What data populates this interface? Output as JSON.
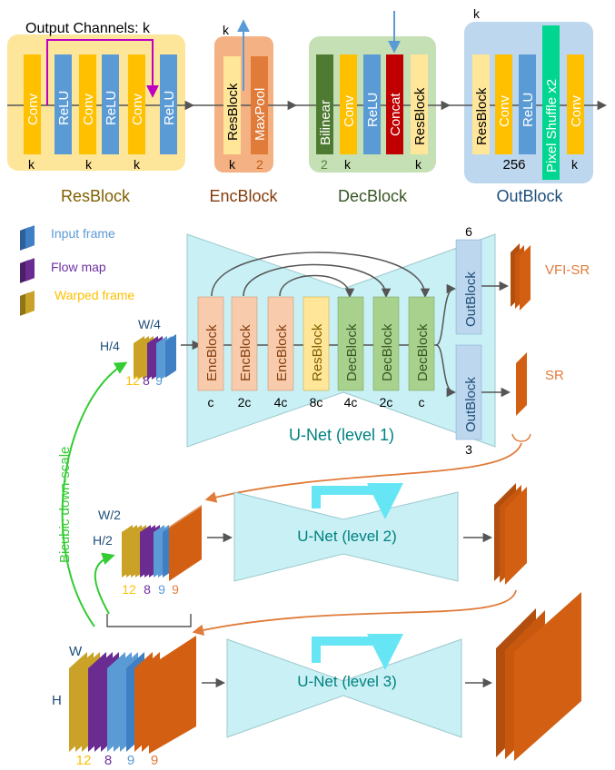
{
  "colors": {
    "conv": "#ffc000",
    "relu": "#5b9bd5",
    "resblock": "#ffe699",
    "maxpool": "#e07b39",
    "encblock": "#f8cbad",
    "decblock": "#a9d18e",
    "bilinear": "#4f7a32",
    "concat": "#c00000",
    "pixelshuffle": "#00d68f",
    "outblock_bg": "#bdd7ee",
    "resblock_bg": "#fde59a",
    "encblock_bg": "#f4b183",
    "decblock_bg": "#c5e0b4",
    "unet": "#c9f1f5",
    "input_frame": "#3f7fc4",
    "flow_map": "#6a2c91",
    "warped_frame": "#c9a227",
    "output_orange": "#d35f12",
    "green_arrow": "#33cc33",
    "orange_arrow": "#e07b39"
  },
  "top": {
    "resblock": {
      "channels_label": "Output Channels: k",
      "layers": [
        "Conv",
        "ReLU",
        "Conv",
        "ReLU",
        "Conv",
        "ReLU"
      ],
      "bottom_labels": [
        "k",
        "k",
        "k"
      ],
      "title": "ResBlock"
    },
    "encblock": {
      "top_label": "k",
      "layers": [
        "ResBlock",
        "MaxPool"
      ],
      "bottom_labels": [
        "k",
        "2"
      ],
      "title": "EncBlock"
    },
    "decblock": {
      "layers": [
        "Bilinear",
        "Conv",
        "ReLU",
        "Concat",
        "ResBlock"
      ],
      "bottom_labels": [
        "2",
        "k",
        "k"
      ],
      "title": "DecBlock"
    },
    "outblock": {
      "top_label": "k",
      "layers": [
        "ResBlock",
        "Conv",
        "ReLU",
        "Pixel Shuffle x2",
        "Conv"
      ],
      "bottom_labels": [
        "256",
        "k"
      ],
      "title": "OutBlock"
    }
  },
  "legend": {
    "items": [
      {
        "label": "Input frame",
        "color_key": "input_frame"
      },
      {
        "label": "Flow map",
        "color_key": "flow_map"
      },
      {
        "label": "Warped frame",
        "color_key": "warped_frame"
      }
    ]
  },
  "unet1": {
    "blocks": [
      "EncBlock",
      "EncBlock",
      "EncBlock",
      "ResBlock",
      "DecBlock",
      "DecBlock",
      "DecBlock"
    ],
    "channels": [
      "c",
      "2c",
      "4c",
      "8c",
      "4c",
      "2c",
      "c"
    ],
    "outblocks": [
      "OutBlock",
      "OutBlock"
    ],
    "outblock_numbers": [
      "6",
      "3"
    ],
    "title": "U-Net (level 1)",
    "output_labels": [
      "VFI-SR",
      "SR"
    ]
  },
  "input_labels": {
    "level1": {
      "w": "W/4",
      "h": "H/4",
      "counts": [
        "12",
        "8",
        "9"
      ]
    },
    "level2": {
      "w": "W/2",
      "h": "H/2",
      "counts": [
        "12",
        "8",
        "9",
        "9"
      ]
    },
    "level3": {
      "w": "W",
      "h": "H",
      "counts": [
        "12",
        "8",
        "9",
        "9"
      ]
    }
  },
  "unet2_title": "U-Net (level 2)",
  "unet3_title": "U-Net (level 3)",
  "downscale_label": "Bicubic down-scale"
}
